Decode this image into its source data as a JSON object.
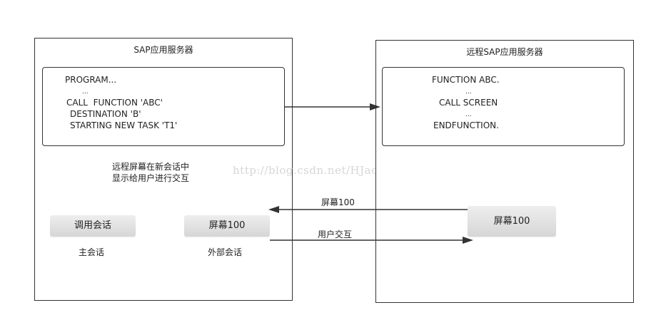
{
  "local_server": {
    "title": "SAP应用服务器",
    "code": {
      "line1": "PROGRAM...",
      "line2": "...",
      "line3": "CALL  FUNCTION 'ABC'",
      "line4": "DESTINATION 'B'",
      "line5": "STARTING NEW TASK 'T1'"
    },
    "note_line1": "远程屏幕在新会话中",
    "note_line2": "显示给用户进行交互",
    "main_session": {
      "button": "调用会话",
      "caption": "主会话"
    },
    "external_session": {
      "button": "屏幕100",
      "caption": "外部会话"
    }
  },
  "remote_server": {
    "title": "远程SAP应用服务器",
    "code": {
      "line1": "FUNCTION ABC.",
      "line2": "...",
      "line3": "CALL SCREEN",
      "line4": "...",
      "line5": "ENDFUNCTION."
    },
    "screen_button": "屏幕100"
  },
  "arrows": {
    "screen_label": "屏幕100",
    "interaction_label": "用户交互"
  },
  "watermark": "http://blog.csdn.net/HJackyua",
  "colors": {
    "border": "#333333",
    "button_top": "#eeeeee",
    "button_bottom": "#d6d6d6",
    "watermark": "#d6d6d6"
  }
}
